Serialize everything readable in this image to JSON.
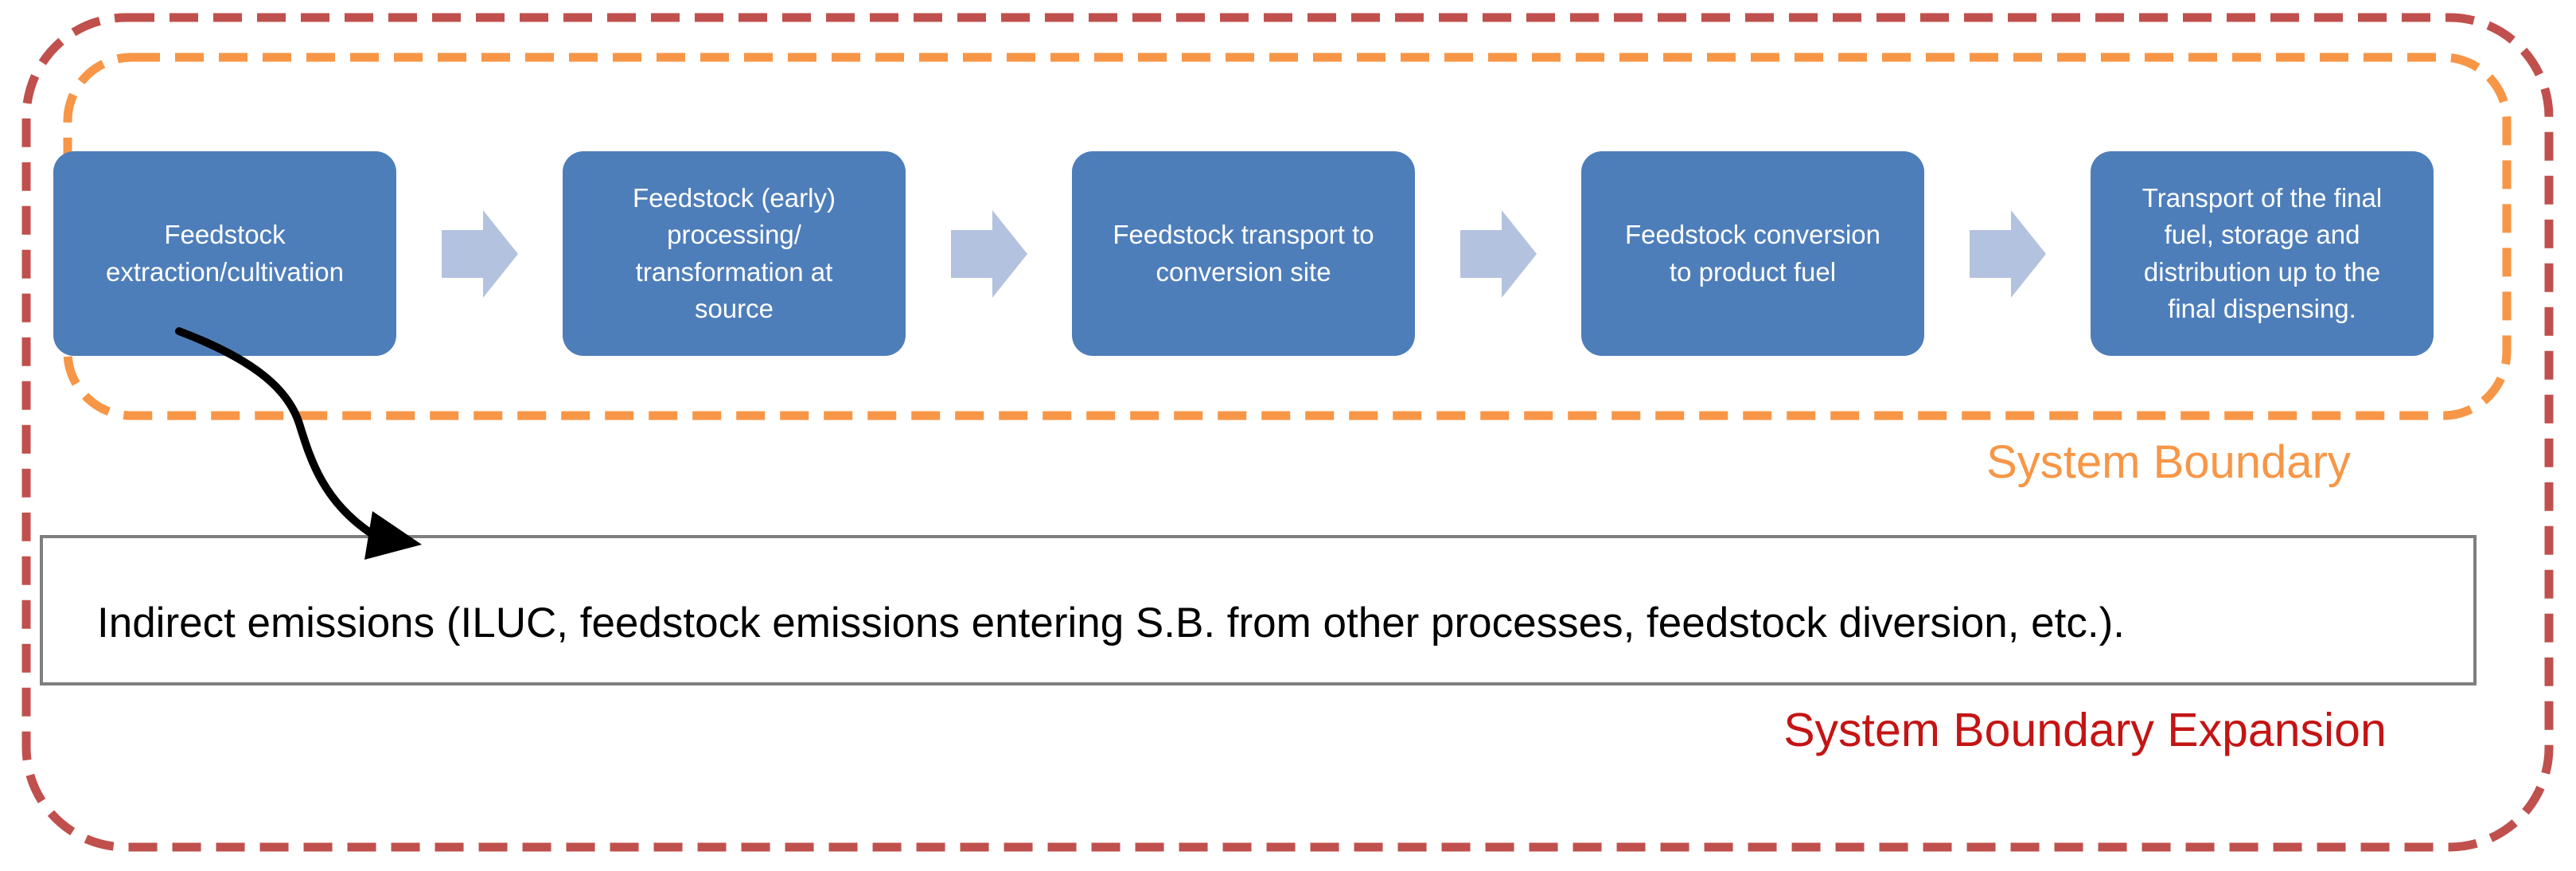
{
  "system_boundary": {
    "label": "System Boundary"
  },
  "system_boundary_expansion": {
    "label": "System Boundary Expansion"
  },
  "steps": [
    {
      "label": "Feedstock\nextraction/cultivation"
    },
    {
      "label": "Feedstock (early)\nprocessing/\ntransformation at\nsource"
    },
    {
      "label": "Feedstock transport to\nconversion site"
    },
    {
      "label": "Feedstock conversion\nto product fuel"
    },
    {
      "label": "Transport of the final\nfuel, storage and\ndistribution up to the\nfinal dispensing."
    }
  ],
  "indirect_emissions": {
    "text": "Indirect emissions (ILUC, feedstock emissions entering S.B. from other processes, feedstock diversion, etc.)."
  },
  "icons": {
    "flow_arrow": "right-block-arrow",
    "connector": "curved-black-arrow"
  },
  "colors": {
    "step-blue": "#4E7EBA",
    "step-text": "#FFFFFF",
    "flow-arrow-blue": "#B3C2DF",
    "boundary-orange": "#F79646",
    "boundary-dark-red": "#C0504D",
    "expansion-label-red": "#C41414",
    "indirect-border-gray": "#7F7F7F",
    "connector-black": "#000000"
  }
}
